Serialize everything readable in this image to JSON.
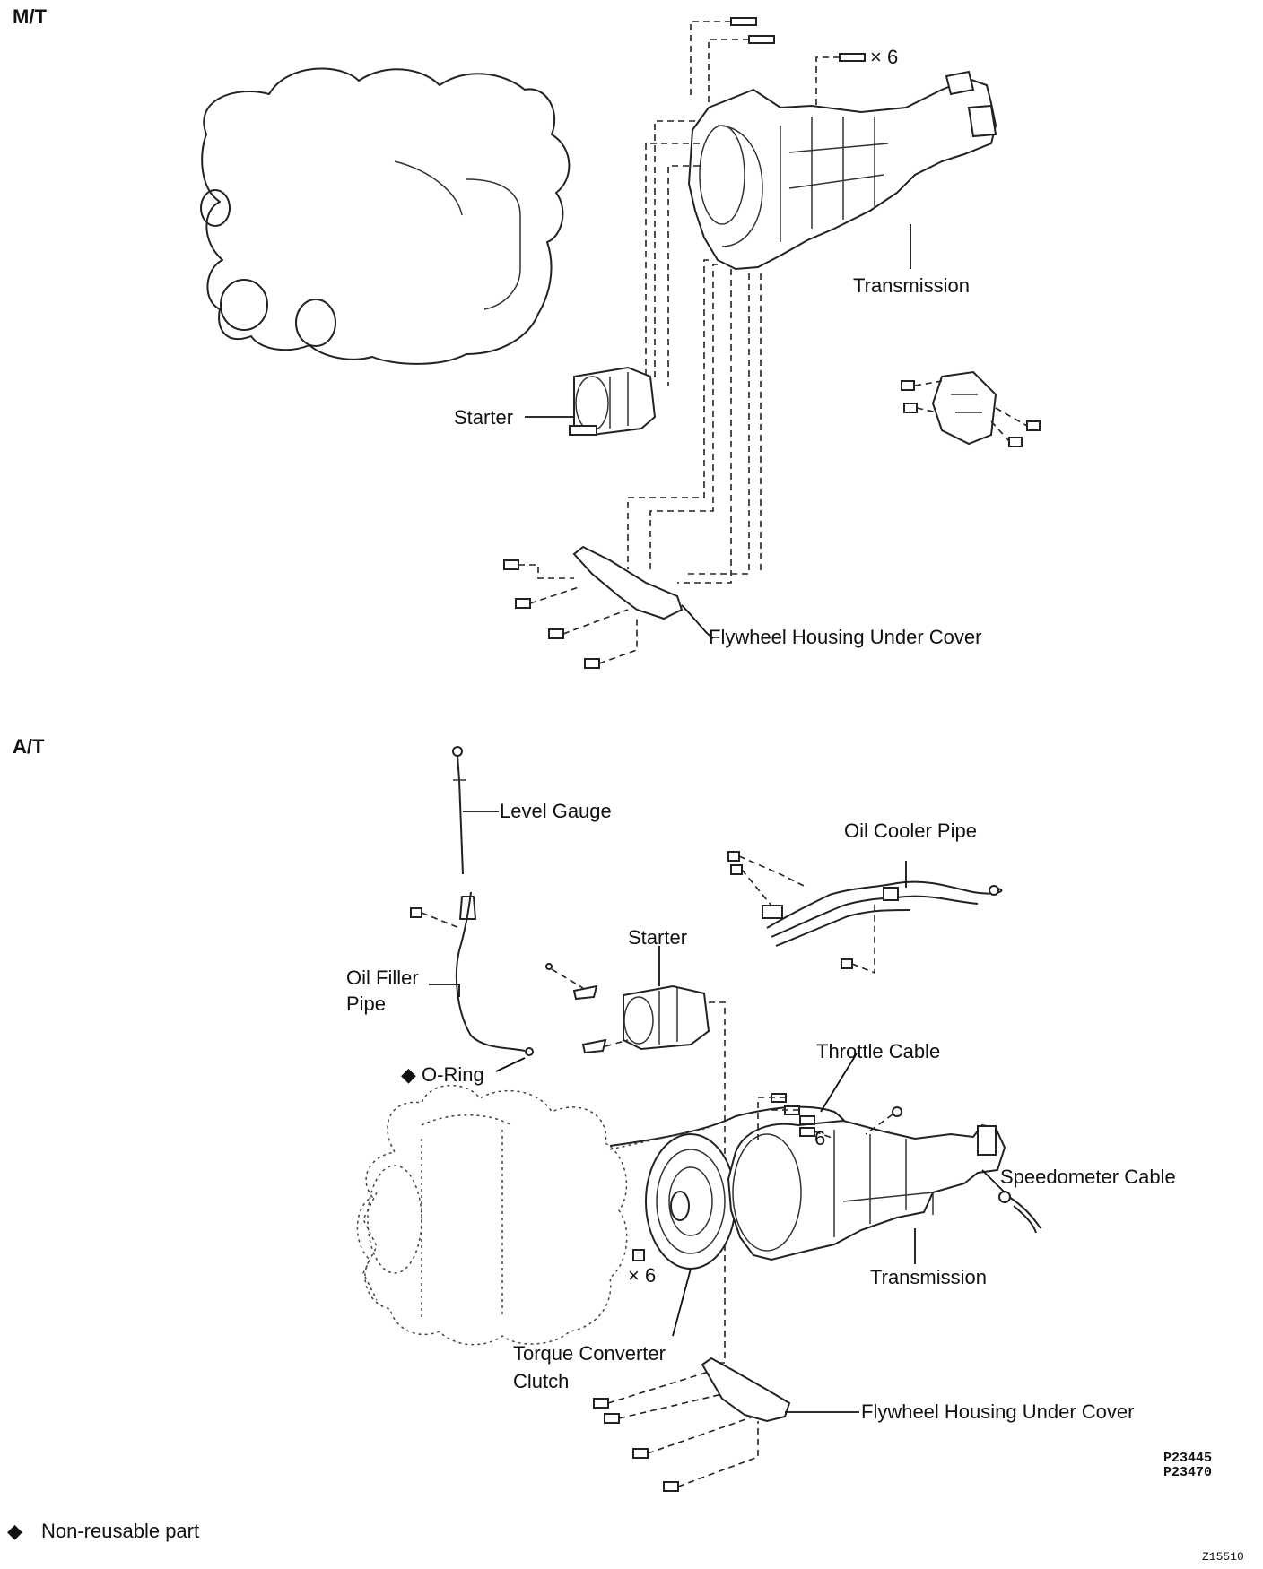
{
  "sections": {
    "manual": "M/T",
    "automatic": "A/T"
  },
  "labels": {
    "mt_transmission": "Transmission",
    "mt_starter": "Starter",
    "mt_flywheel_cover": "Flywheel Housing Under Cover",
    "mt_bolt_count": "× 6",
    "level_gauge": "Level Gauge",
    "oil_cooler_pipe": "Oil Cooler Pipe",
    "at_starter": "Starter",
    "oil_filler_pipe_1": "Oil Filler",
    "oil_filler_pipe_2": "Pipe",
    "o_ring": "O-Ring",
    "throttle_cable": "Throttle Cable",
    "at_bolt_count_top": "6",
    "speedometer_cable": "Speedometer Cable",
    "at_transmission": "Transmission",
    "at_bolt_count": "× 6",
    "torque_converter_1": "Torque Converter",
    "torque_converter_2": "Clutch",
    "at_flywheel_cover": "Flywheel Housing Under Cover"
  },
  "codes": {
    "code_1": "P23445",
    "code_2": "P23470",
    "figure_id": "Z15510"
  },
  "legend": {
    "symbol": "◆",
    "text": "Non-reusable part"
  }
}
